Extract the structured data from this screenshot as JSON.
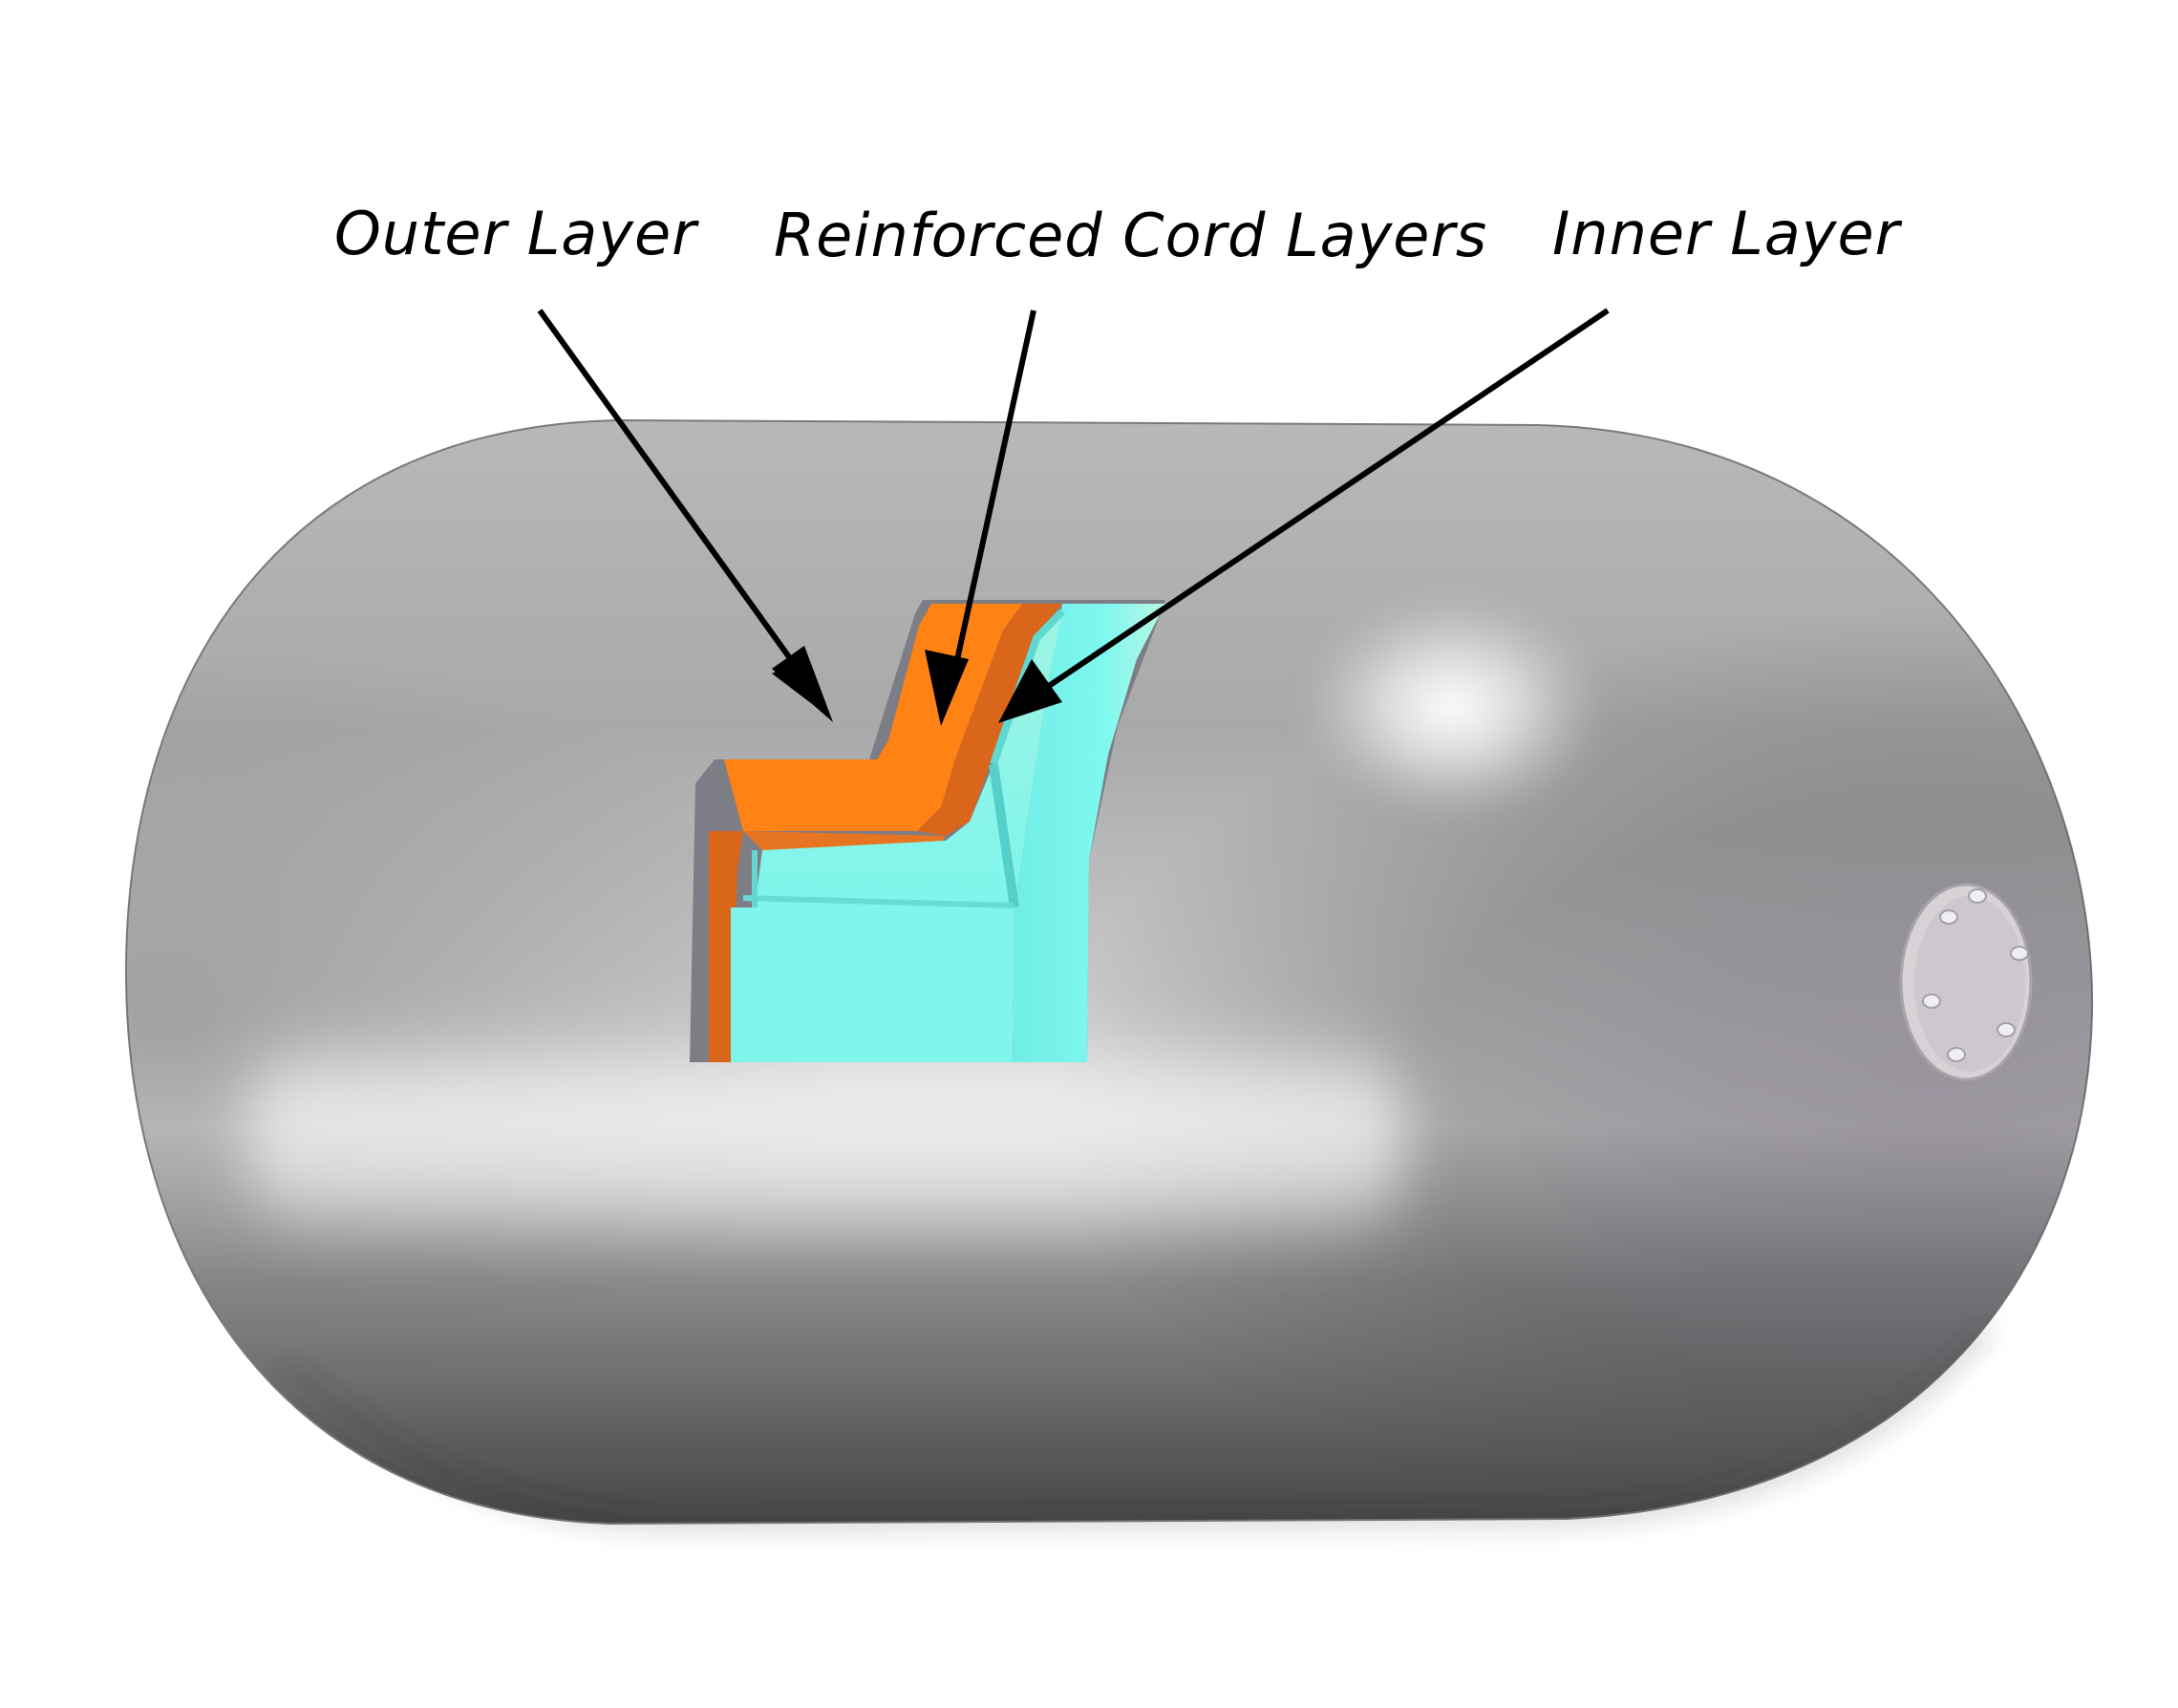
{
  "labels": {
    "outer_layer": "Outer Layer",
    "reinforced_cord_layers": "Reinforced Cord Layers",
    "inner_layer": "Inner Layer"
  },
  "colors": {
    "background": "#ffffff",
    "body_gray": "#8c8c8f",
    "outer_layer": "#ff8214",
    "cord_layer": "#d9661b",
    "inner_layer": "#7ff5ec",
    "arrow": "#000000",
    "flange": "#d6d2d6"
  },
  "icons": {
    "flange_bolt": "bolt-icon"
  }
}
